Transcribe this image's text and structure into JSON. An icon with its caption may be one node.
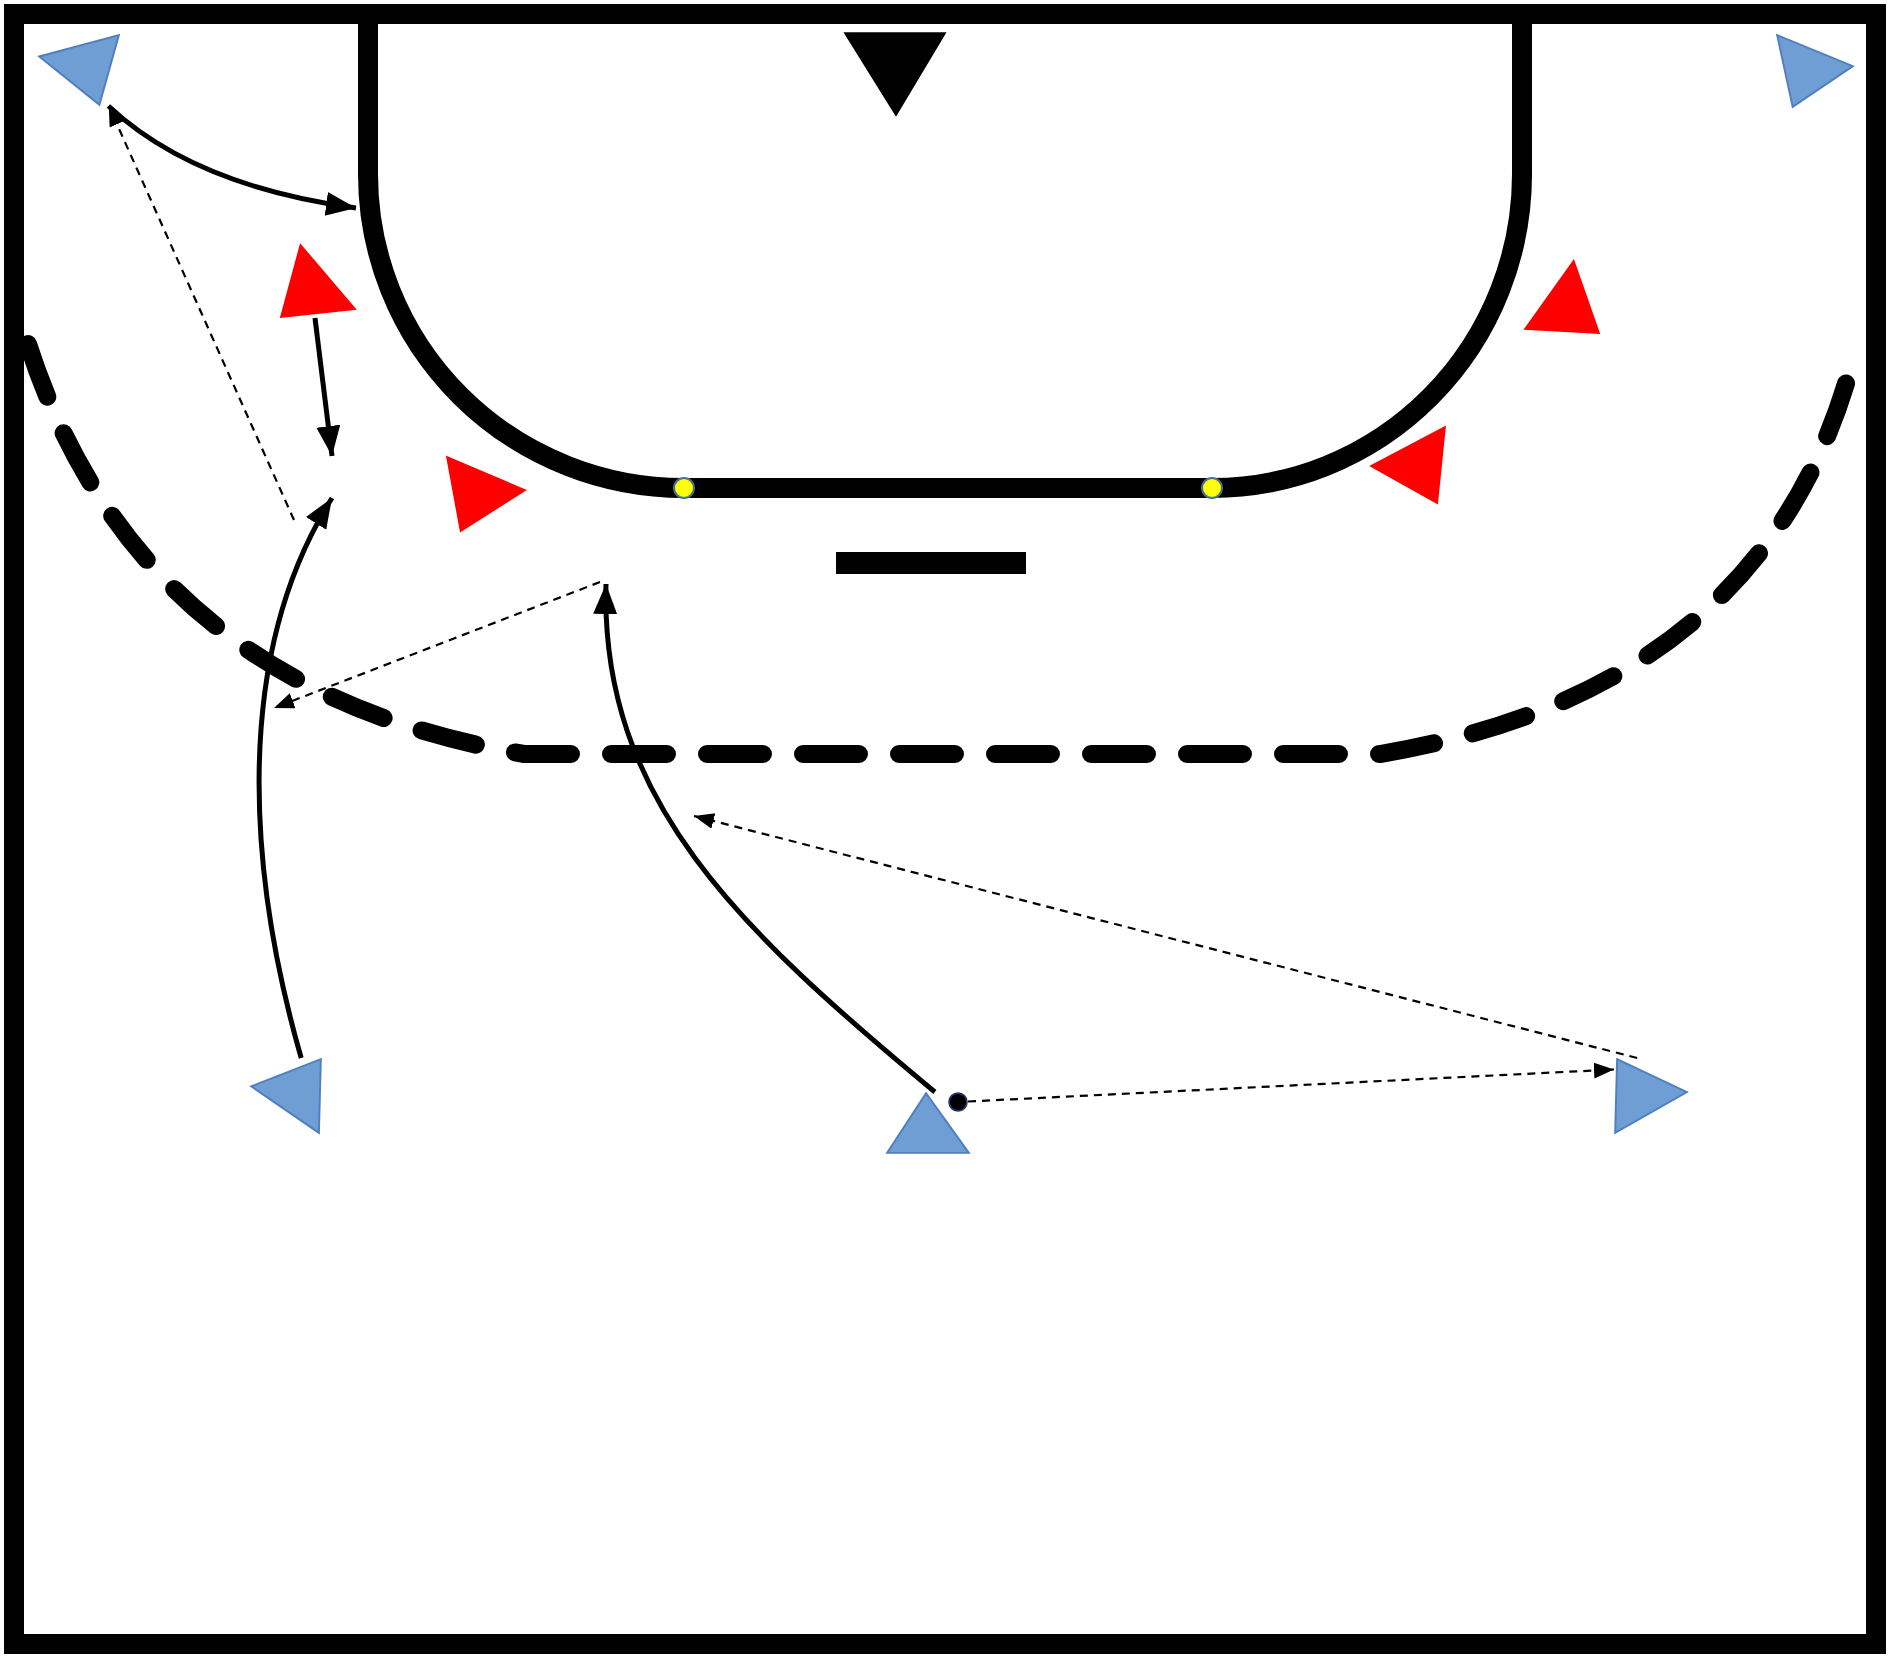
{
  "diagram": {
    "nodes": [
      {
        "text": [],
        "shape": "triangle"
      },
      {
        "text": [],
        "shape": "triangle"
      },
      {
        "text": [],
        "shape": "triangle"
      },
      {
        "text": [],
        "shape": "triangle"
      },
      {
        "text": [],
        "shape": "triangle"
      },
      {
        "text": [],
        "shape": "triangle"
      },
      {
        "text": [],
        "shape": "triangle"
      },
      {
        "text": [],
        "shape": "triangle"
      },
      {
        "text": [],
        "shape": "triangle"
      },
      {
        "text": [],
        "shape": "circle"
      },
      {
        "text": [],
        "shape": "triangle"
      }
    ],
    "edges": [
      {
        "from": 0,
        "to": null,
        "arrow": "to"
      },
      {
        "from": 3,
        "to": null,
        "arrow": "to"
      },
      {
        "from": null,
        "to": 0,
        "arrow": "to",
        "style": "dashed"
      },
      {
        "from": 7,
        "to": null,
        "arrow": "to"
      },
      {
        "from": 8,
        "to": null,
        "arrow": "to"
      },
      {
        "from": 10,
        "to": null,
        "arrow": "to",
        "style": "dashed"
      },
      {
        "from": 9,
        "to": 10,
        "arrow": "to",
        "style": "dashed"
      }
    ]
  }
}
